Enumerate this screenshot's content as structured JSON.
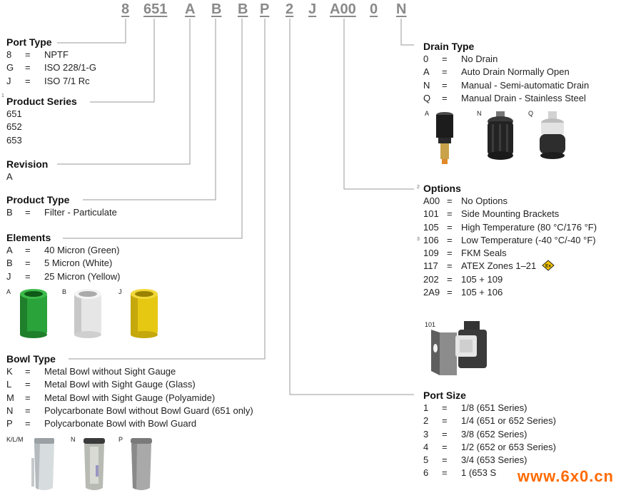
{
  "code": [
    "8",
    "651",
    "A",
    "B",
    "B",
    "P",
    "2",
    "J",
    "A00",
    "0",
    "N"
  ],
  "port_type": {
    "title": "Port Type",
    "items": [
      {
        "key": "8",
        "val": "NPTF"
      },
      {
        "key": "G",
        "val": "ISO 228/1-G"
      },
      {
        "key": "J",
        "val": "ISO 7/1 Rc"
      }
    ]
  },
  "product_series": {
    "sup": "1",
    "title": "Product Series",
    "items": [
      "651",
      "652",
      "653"
    ]
  },
  "revision": {
    "title": "Revision",
    "items": [
      "A"
    ]
  },
  "product_type": {
    "title": "Product Type",
    "items": [
      {
        "key": "B",
        "val": "Filter - Particulate"
      }
    ]
  },
  "elements": {
    "title": "Elements",
    "items": [
      {
        "key": "A",
        "val": "40 Micron (Green)"
      },
      {
        "key": "B",
        "val": "5 Micron (White)"
      },
      {
        "key": "J",
        "val": "25 Micron (Yellow)"
      }
    ],
    "image_labels": [
      "A",
      "B",
      "J"
    ],
    "colors": [
      "#2aa33a",
      "#e6e6e6",
      "#e6c813"
    ]
  },
  "bowl_type": {
    "title": "Bowl Type",
    "items": [
      {
        "key": "K",
        "val": "Metal Bowl without Sight Gauge"
      },
      {
        "key": "L",
        "val": "Metal Bowl with Sight Gauge (Glass)"
      },
      {
        "key": "M",
        "val": "Metal Bowl with Sight Gauge (Polyamide)"
      },
      {
        "key": "N",
        "val": "Polycarbonate Bowl without Bowl Guard (651 only)"
      },
      {
        "key": "P",
        "val": "Polycarbonate Bowl with Bowl Guard"
      }
    ],
    "image_labels": [
      "K/L/M",
      "N",
      "P"
    ]
  },
  "drain_type": {
    "title": "Drain Type",
    "items": [
      {
        "key": "0",
        "val": "No Drain"
      },
      {
        "key": "A",
        "val": "Auto Drain Normally Open"
      },
      {
        "key": "N",
        "val": "Manual - Semi-automatic Drain"
      },
      {
        "key": "Q",
        "val": "Manual Drain - Stainless Steel"
      }
    ],
    "image_labels": [
      "A",
      "N",
      "Q"
    ]
  },
  "options": {
    "sup": "2",
    "title": "Options",
    "items": [
      {
        "key": "A00",
        "val": "No Options"
      },
      {
        "key": "101",
        "val": "Side Mounting Brackets"
      },
      {
        "key": "105",
        "val": "High Temperature (80 °C/176 °F)"
      },
      {
        "key": "106",
        "sup": "3",
        "val": "Low Temperature (-40 °C/-40 °F)"
      },
      {
        "key": "109",
        "val": "FKM Seals"
      },
      {
        "key": "117",
        "val": "ATEX Zones 1–21"
      },
      {
        "key": "202",
        "val": "105 + 109"
      },
      {
        "key": "2A9",
        "val": "105 + 106"
      }
    ],
    "image_label": "101",
    "atex_icon": "atex-ex-icon"
  },
  "port_size": {
    "title": "Port Size",
    "items": [
      {
        "key": "1",
        "val": "1/8 (651 Series)"
      },
      {
        "key": "2",
        "val": "1/4 (651 or 652 Series)"
      },
      {
        "key": "3",
        "val": "3/8 (652 Series)"
      },
      {
        "key": "4",
        "val": "1/2 (652 or 653 Series)"
      },
      {
        "key": "5",
        "val": "3/4 (653 Series)"
      },
      {
        "key": "6",
        "val": "1 (653 S"
      }
    ]
  },
  "watermark": "www.6x0.cn"
}
